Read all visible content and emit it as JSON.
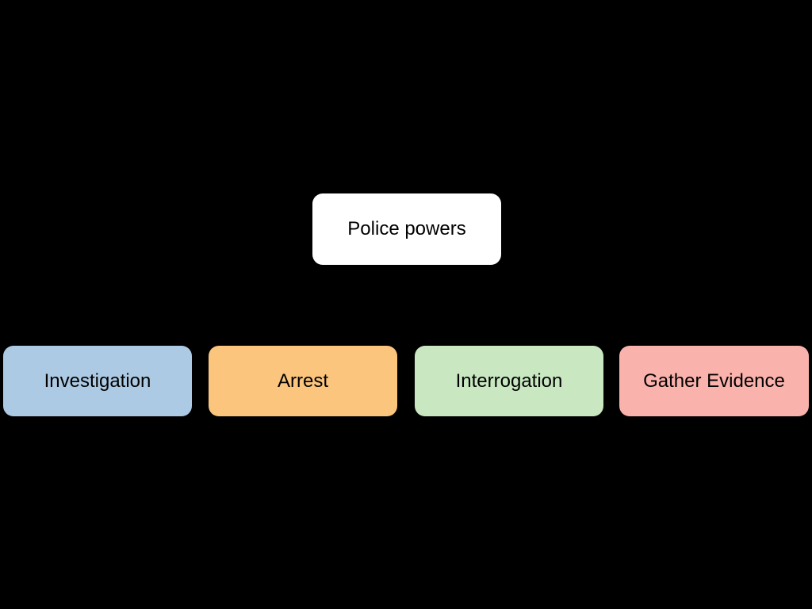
{
  "diagram": {
    "type": "flowchart",
    "background_color": "#000000",
    "text_color": "#000000",
    "root": {
      "label": "Police powers",
      "fill": "#FFFFFF"
    },
    "children": [
      {
        "label": "Investigation",
        "fill": "#ADCAE4"
      },
      {
        "label": "Arrest",
        "fill": "#FBC57E"
      },
      {
        "label": "Interrogation",
        "fill": "#C9E8C2"
      },
      {
        "label": "Gather Evidence",
        "fill": "#FAB2AC"
      }
    ]
  }
}
